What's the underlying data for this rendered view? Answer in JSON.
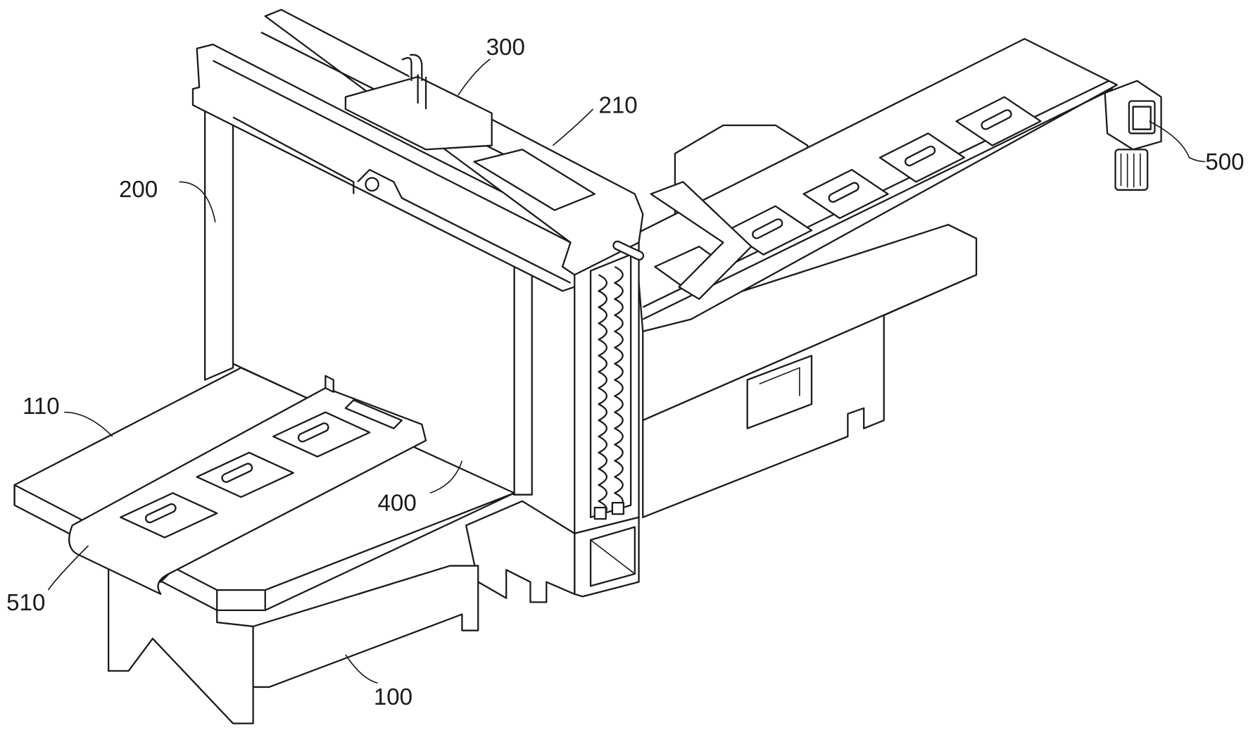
{
  "figure": {
    "labels": {
      "l300": "300",
      "l210": "210",
      "l200": "200",
      "l500": "500",
      "l110": "110",
      "l400": "400",
      "l510": "510",
      "l100": "100"
    },
    "line_color": "#1a1a1a",
    "background": "#ffffff"
  }
}
